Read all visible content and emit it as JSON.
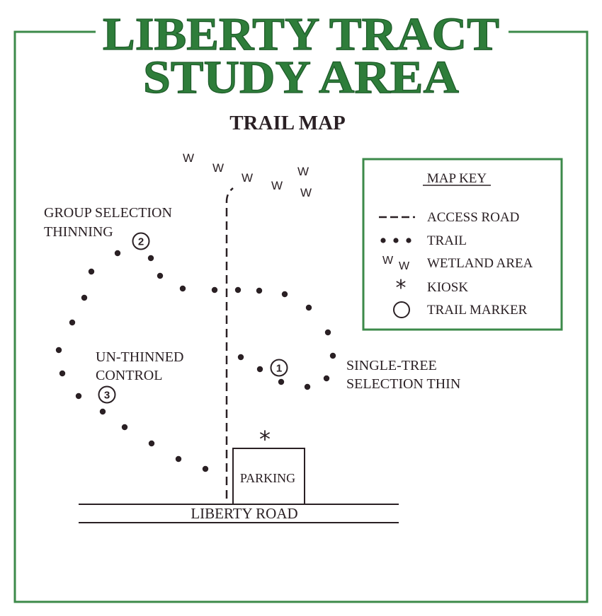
{
  "title_line1": "LIBERTY TRACT",
  "title_line2": "STUDY AREA",
  "subtitle": "TRAIL MAP",
  "areas": {
    "group_selection": [
      "GROUP SELECTION",
      "THINNING"
    ],
    "unthinned": [
      "UN-THINNED",
      "CONTROL"
    ],
    "single_tree": [
      "SINGLE-TREE",
      "SELECTION THIN"
    ]
  },
  "parking_label": "PARKING",
  "road_label": "LIBERTY  ROAD",
  "kiosk_symbol": "*",
  "wetland_symbol": "W",
  "trail_markers": [
    "1",
    "2",
    "3"
  ],
  "map_key": {
    "heading": "MAP KEY",
    "items": [
      {
        "label": "ACCESS ROAD",
        "icon": "dashed-line-icon"
      },
      {
        "label": "TRAIL",
        "icon": "dotted-line-icon"
      },
      {
        "label": "WETLAND AREA",
        "icon": "wetland-icon"
      },
      {
        "label": "KIOSK",
        "icon": "asterisk-icon"
      },
      {
        "label": "TRAIL MARKER",
        "icon": "circle-icon"
      }
    ]
  },
  "colors": {
    "title": "#2e7d3a",
    "frame": "#3c8a4a",
    "ink": "#2a2024"
  }
}
